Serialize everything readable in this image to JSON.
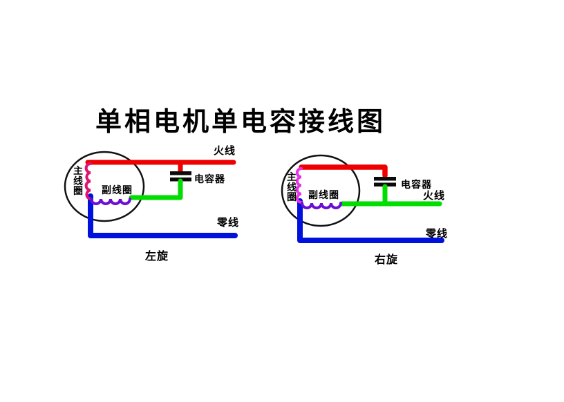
{
  "title": "单相电机单电容接线图",
  "colors": {
    "live_wire": "#ee0000",
    "capacitor_branch": "#00dd00",
    "neutral_wire": "#0010dd",
    "main_coil_left": "#dd1470",
    "main_coil_right": "#e633e6",
    "aux_coil": "#6c0fd6",
    "capacitor_plates": "#0a0a0a",
    "stator_outline": "#111111"
  },
  "diagrams": {
    "left": {
      "rotation_label": "左旋",
      "live_wire_label": "火线",
      "neutral_wire_label": "零线",
      "capacitor_label": "电容器",
      "main_coil_label": "主线圈",
      "aux_coil_label": "副线圈"
    },
    "right": {
      "rotation_label": "右旋",
      "live_wire_label": "火线",
      "neutral_wire_label": "零线",
      "capacitor_label": "电容器",
      "main_coil_label": "主线圈",
      "aux_coil_label": "副线圈"
    }
  }
}
